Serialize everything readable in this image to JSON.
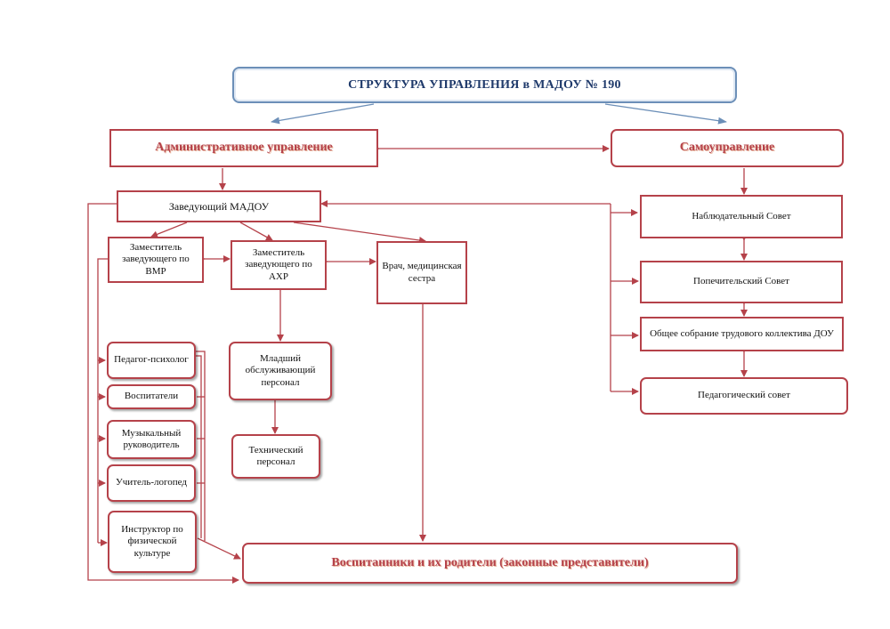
{
  "title": "СТРУКТУРА УПРАВЛЕНИЯ в МАДОУ № 190",
  "admin": "Административное  управление",
  "self": "Самоуправление",
  "head": "Заведующий МАДОУ",
  "deputy_vmr": "Заместитель заведующего по ВМР",
  "deputy_ahr": "Заместитель заведующего по АХР",
  "doctor": "Врач, медицинская сестра",
  "junior_staff": "Младший обслуживающий персонал",
  "tech_staff": "Технический персонал",
  "psychologist": "Педагог-психолог",
  "educators": "Воспитатели",
  "music": "Музыкальный руководитель",
  "speech": "Учитель-логопед",
  "pe": "Инструктор по физической культуре",
  "pupils": "Воспитанники и их родители (законные представители)",
  "supervisory": "Наблюдательный Совет",
  "trustees": "Попечительский Совет",
  "assembly": "Общее собрание трудового коллектива ДОУ",
  "ped_council": "Педагогический совет",
  "colors": {
    "border": "#b5424a",
    "title_border": "#6c8fb8",
    "arrow_blue": "#6c8fb8"
  }
}
